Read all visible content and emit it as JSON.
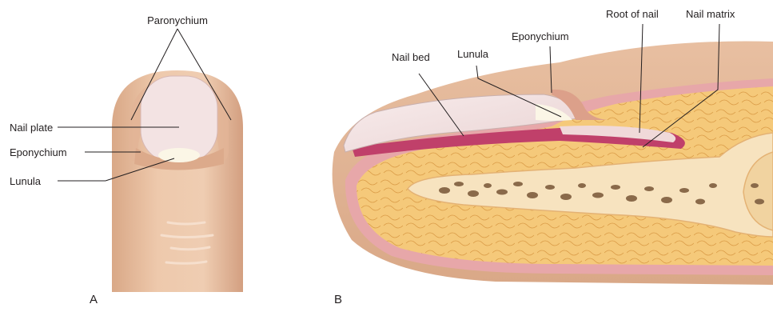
{
  "figure": {
    "panel_a": {
      "letter": "A",
      "labels": {
        "paronychium": "Paronychium",
        "nail_plate": "Nail plate",
        "eponychium": "Eponychium",
        "lunula": "Lunula"
      }
    },
    "panel_b": {
      "letter": "B",
      "labels": {
        "nail_bed": "Nail bed",
        "lunula": "Lunula",
        "eponychium": "Eponychium",
        "root_of_nail": "Root of nail",
        "nail_matrix": "Nail matrix"
      }
    }
  },
  "colors": {
    "skin": "#eac2a4",
    "skin_shadow": "#d9a887",
    "nail_plate": "#f3e3e3",
    "lunula": "#fbf6e6",
    "fat": "#f5c97a",
    "bone": "#f7e3bf",
    "marrow_spots": "#8a6a4a",
    "nail_bed": "#c0406a",
    "dermis": "#e7a7a9",
    "line": "#231f20"
  }
}
